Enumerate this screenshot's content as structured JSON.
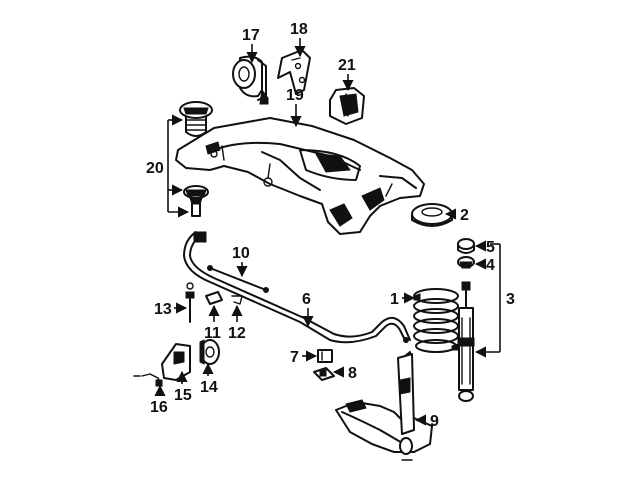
{
  "diagram": {
    "callouts": [
      {
        "id": "17",
        "text": "17"
      },
      {
        "id": "18",
        "text": "18"
      },
      {
        "id": "21",
        "text": "21"
      },
      {
        "id": "19",
        "text": "19"
      },
      {
        "id": "20",
        "text": "20"
      },
      {
        "id": "2",
        "text": "2"
      },
      {
        "id": "10",
        "text": "10"
      },
      {
        "id": "5",
        "text": "5"
      },
      {
        "id": "4",
        "text": "4"
      },
      {
        "id": "3",
        "text": "3"
      },
      {
        "id": "1",
        "text": "1"
      },
      {
        "id": "6",
        "text": "6"
      },
      {
        "id": "13",
        "text": "13"
      },
      {
        "id": "11",
        "text": "11"
      },
      {
        "id": "12",
        "text": "12"
      },
      {
        "id": "7",
        "text": "7"
      },
      {
        "id": "8",
        "text": "8"
      },
      {
        "id": "16",
        "text": "16"
      },
      {
        "id": "15",
        "text": "15"
      },
      {
        "id": "14",
        "text": "14"
      },
      {
        "id": "9",
        "text": "9"
      }
    ]
  }
}
